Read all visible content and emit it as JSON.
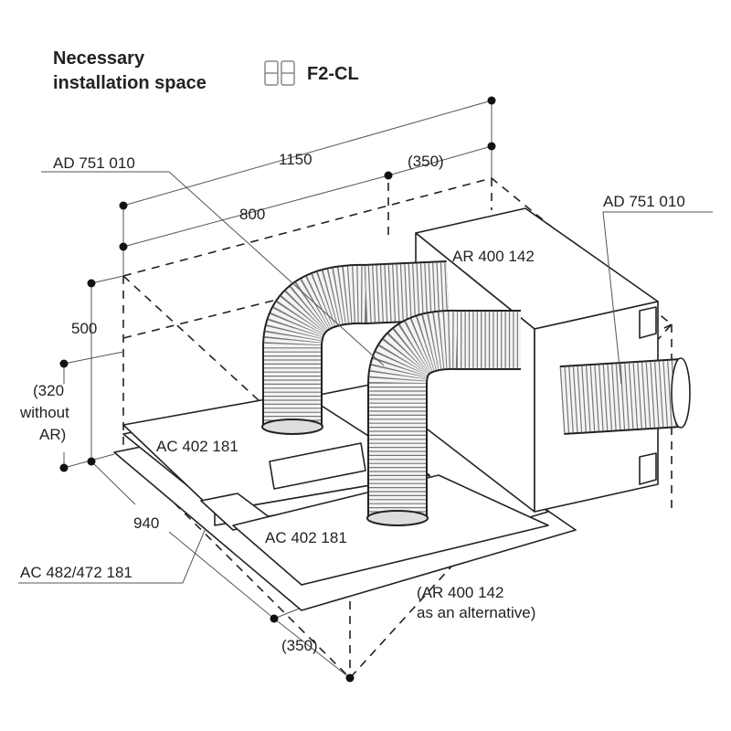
{
  "header": {
    "title_line1": "Necessary",
    "title_line2": "installation space",
    "model": "F2-CL",
    "model_icon": "double-hob-icon"
  },
  "dimensions": {
    "width_total": "1150",
    "width_hood": "800",
    "width_extra_top": "(350)",
    "height": "500",
    "height_alt_line1": "(320",
    "height_alt_line2": "without",
    "height_alt_line3": "AR)",
    "depth": "940",
    "depth_extra": "(350)"
  },
  "parts": {
    "duct_left": "AD 751 010",
    "duct_right": "AD 751 010",
    "box": "AR 400 142",
    "filter_rear": "AC 402 181",
    "filter_front": "AC 402 181",
    "middle": "AC 482/472 181",
    "alt_line1": "(AR 400 142",
    "alt_line2": "as an alternative)"
  }
}
